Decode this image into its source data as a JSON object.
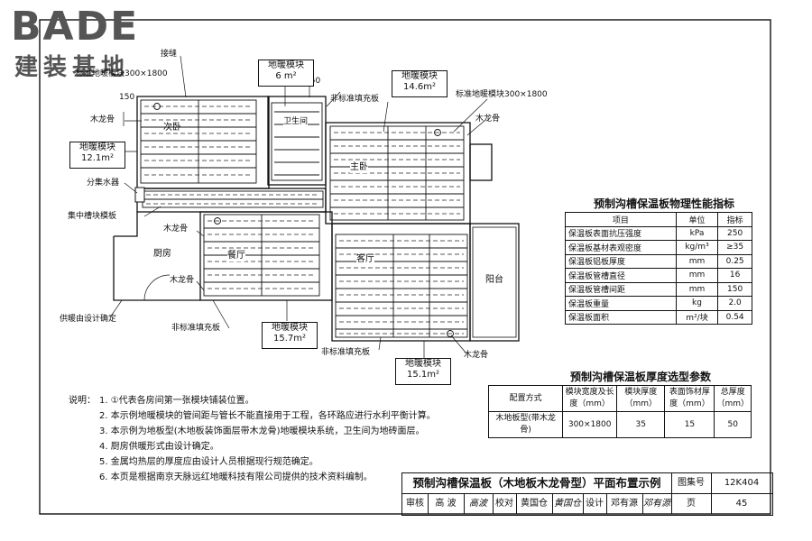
{
  "logo": {
    "text": "BADE",
    "subtitle": "建装基地"
  },
  "rooms": {
    "bedroom2": "次卧",
    "bathroom": "卫生间",
    "master": "主卧",
    "kitchen": "厨房",
    "dining": "餐厅",
    "living": "客厅",
    "balcony": "阳台"
  },
  "annotations": {
    "seam": "接缝",
    "std_module_top_left": "标准地暖模块300×1800",
    "std_module_right": "标准地暖模块300×1800",
    "nonstd_top": "非标准填充板",
    "nonstd_bottom_left": "非标准填充板",
    "nonstd_bottom_mid": "非标准填充板",
    "joist_left": "木龙骨",
    "joist_right": "木龙骨",
    "joist_kitchen_top": "木龙骨",
    "joist_kitchen_bottom": "木龙骨",
    "joist_bottom_right": "木龙骨",
    "manifold": "分集水器",
    "collector_board": "集中槽块模板",
    "heating_note": "供暖由设计确定",
    "dim_150_left": "150",
    "dim_150_top": "150"
  },
  "module_boxes": [
    {
      "title": "地暖模块",
      "area": "6 m²"
    },
    {
      "title": "地暖模块",
      "area": "14.6m²"
    },
    {
      "title": "地暖模块",
      "area": "12.1m²"
    },
    {
      "title": "地暖模块",
      "area": "15.7m²"
    },
    {
      "title": "地暖模块",
      "area": "15.1m²"
    }
  ],
  "perf_table": {
    "title": "预制沟槽保温板物理性能指标",
    "headers": [
      "项目",
      "单位",
      "指标"
    ],
    "rows": [
      [
        "保温板表面抗压强度",
        "kPa",
        "250"
      ],
      [
        "保温板基材表观密度",
        "kg/m³",
        "≥35"
      ],
      [
        "保温板铝板厚度",
        "mm",
        "0.25"
      ],
      [
        "保温板管槽直径",
        "mm",
        "16"
      ],
      [
        "保温板管槽间距",
        "mm",
        "150"
      ],
      [
        "保温板重量",
        "kg",
        "2.0"
      ],
      [
        "保温板面积",
        "m²/块",
        "0.54"
      ]
    ]
  },
  "thickness_table": {
    "title": "预制沟槽保温板厚度选型参数",
    "headers": [
      "配置方式",
      "模块宽度及长度（mm）",
      "模块厚度（mm）",
      "表面饰材厚度（mm）",
      "总厚度（mm）"
    ],
    "rows": [
      [
        "木地板型(带木龙骨)",
        "300×1800",
        "35",
        "15",
        "50"
      ]
    ]
  },
  "notes": {
    "heading": "说明：",
    "items": [
      "1. ①代表各房间第一张模块铺装位置。",
      "2. 本示例地暖模块的管间距与管长不能直接用于工程，各环路应进行水利平衡计算。",
      "3. 本示例为地板型(木地板装饰面层带木龙骨)地暖模块系统，卫生间为地砖面层。",
      "4. 厨房供暖形式由设计确定。",
      "5. 金属均热层的厚度应由设计人员根据现行规范确定。",
      "6. 本页是根据南京天脉远红地暖科技有限公司提供的技术资料编制。"
    ]
  },
  "title_block": {
    "title": "预制沟槽保温板（木地板木龙骨型）平面布置示例",
    "atlas_label": "图集号",
    "atlas_no": "12K404",
    "review_label": "审核",
    "reviewer": "高 波",
    "check_label": "校对",
    "checker": "黄国仓",
    "design_label": "设计",
    "designer": "邓有源",
    "page_label": "页",
    "page_no": "45"
  },
  "colors": {
    "line": "#111111",
    "pipe": "#222222",
    "logo": "#555555"
  }
}
